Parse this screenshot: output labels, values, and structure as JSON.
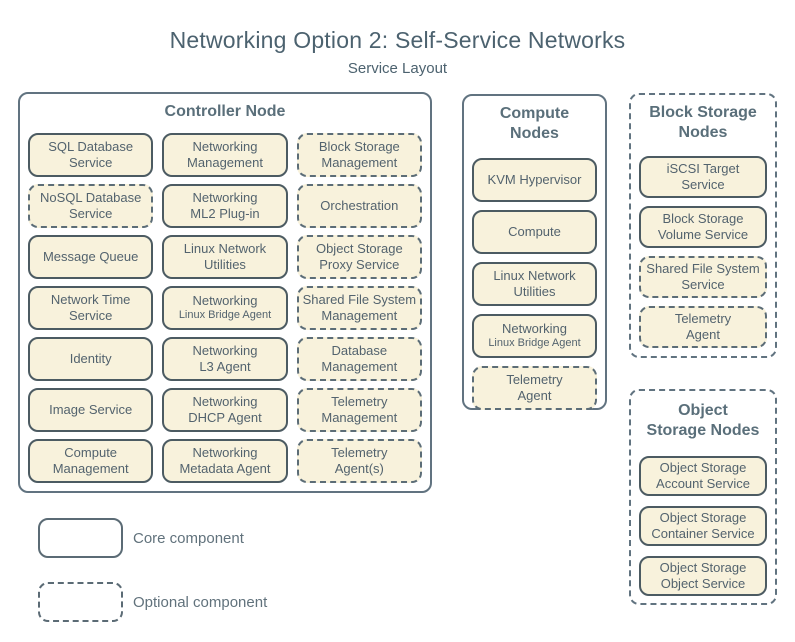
{
  "page": {
    "title": "Networking Option 2: Self-Service Networks",
    "subtitle": "Service Layout"
  },
  "colors": {
    "background": "#ffffff",
    "box_fill": "#f8f2dc",
    "core_border": "#4c5b62",
    "optional_border": "#5c6d77",
    "container_border": "#617380",
    "heading_text": "#5a6f7a",
    "box_text": "#53636e",
    "title_text": "#4c626f"
  },
  "groups": {
    "controller": {
      "title": "Controller Node",
      "border": "solid",
      "items": [
        {
          "label": "SQL Database\nService",
          "type": "core"
        },
        {
          "label": "Networking\nManagement",
          "type": "core"
        },
        {
          "label": "Block Storage\nManagement",
          "type": "optional"
        },
        {
          "label": "NoSQL Database\nService",
          "type": "optional"
        },
        {
          "label": "Networking\nML2 Plug-in",
          "type": "core"
        },
        {
          "label": "Orchestration",
          "type": "optional"
        },
        {
          "label": "Message Queue",
          "type": "core"
        },
        {
          "label": "Linux Network\nUtilities",
          "type": "core"
        },
        {
          "label": "Object Storage\nProxy Service",
          "type": "optional"
        },
        {
          "label": "Network Time\nService",
          "type": "core"
        },
        {
          "label": "Networking",
          "sub": "Linux Bridge Agent",
          "type": "core"
        },
        {
          "label": "Shared File System\nManagement",
          "type": "optional"
        },
        {
          "label": "Identity",
          "type": "core"
        },
        {
          "label": "Networking\nL3 Agent",
          "type": "core"
        },
        {
          "label": "Database\nManagement",
          "type": "optional"
        },
        {
          "label": "Image Service",
          "type": "core"
        },
        {
          "label": "Networking\nDHCP Agent",
          "type": "core"
        },
        {
          "label": "Telemetry\nManagement",
          "type": "optional"
        },
        {
          "label": "Compute\nManagement",
          "type": "core"
        },
        {
          "label": "Networking\nMetadata Agent",
          "type": "core"
        },
        {
          "label": "Telemetry\nAgent(s)",
          "type": "optional"
        }
      ]
    },
    "compute": {
      "title": "Compute\nNodes",
      "border": "solid",
      "items": [
        {
          "label": "KVM Hypervisor",
          "type": "core"
        },
        {
          "label": "Compute",
          "type": "core"
        },
        {
          "label": "Linux Network\nUtilities",
          "type": "core"
        },
        {
          "label": "Networking",
          "sub": "Linux Bridge Agent",
          "type": "core"
        },
        {
          "label": "Telemetry\nAgent",
          "type": "optional"
        }
      ]
    },
    "block_storage": {
      "title": "Block Storage\nNodes",
      "border": "dashed",
      "items": [
        {
          "label": "iSCSI Target\nService",
          "type": "core"
        },
        {
          "label": "Block Storage\nVolume Service",
          "type": "core"
        },
        {
          "label": "Shared File System\nService",
          "type": "optional"
        },
        {
          "label": "Telemetry\nAgent",
          "type": "optional"
        }
      ]
    },
    "object_storage": {
      "title": "Object\nStorage Nodes",
      "border": "dashed",
      "items": [
        {
          "label": "Object Storage\nAccount Service",
          "type": "core"
        },
        {
          "label": "Object Storage\nContainer Service",
          "type": "core"
        },
        {
          "label": "Object Storage\nObject Service",
          "type": "core"
        }
      ]
    }
  },
  "legend": {
    "core_label": "Core component",
    "optional_label": "Optional component"
  }
}
